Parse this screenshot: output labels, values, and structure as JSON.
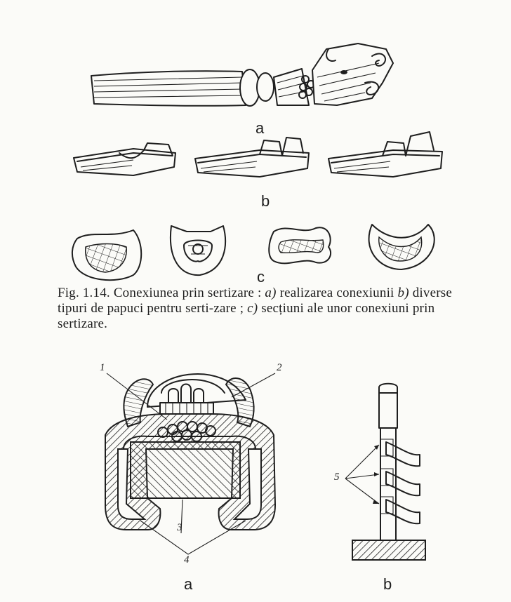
{
  "figure_1_14": {
    "label_a": "a",
    "label_b": "b",
    "label_c": "c",
    "caption": {
      "number": "Fig. 1.14.",
      "title": "Conexiunea prin sertizare :",
      "item_a_letter": "a)",
      "item_a_text": "realizarea conexiunii",
      "item_b_letter": "b)",
      "item_b_text": "diverse tipuri de papuci pentru serti-zare ;",
      "item_c_letter": "c)",
      "item_c_text": "secțiuni ale unor conexiuni prin sertizare."
    }
  },
  "figure_lower": {
    "label_a": "a",
    "label_b": "b",
    "callouts": [
      "1",
      "2",
      "3",
      "4",
      "5"
    ]
  }
}
